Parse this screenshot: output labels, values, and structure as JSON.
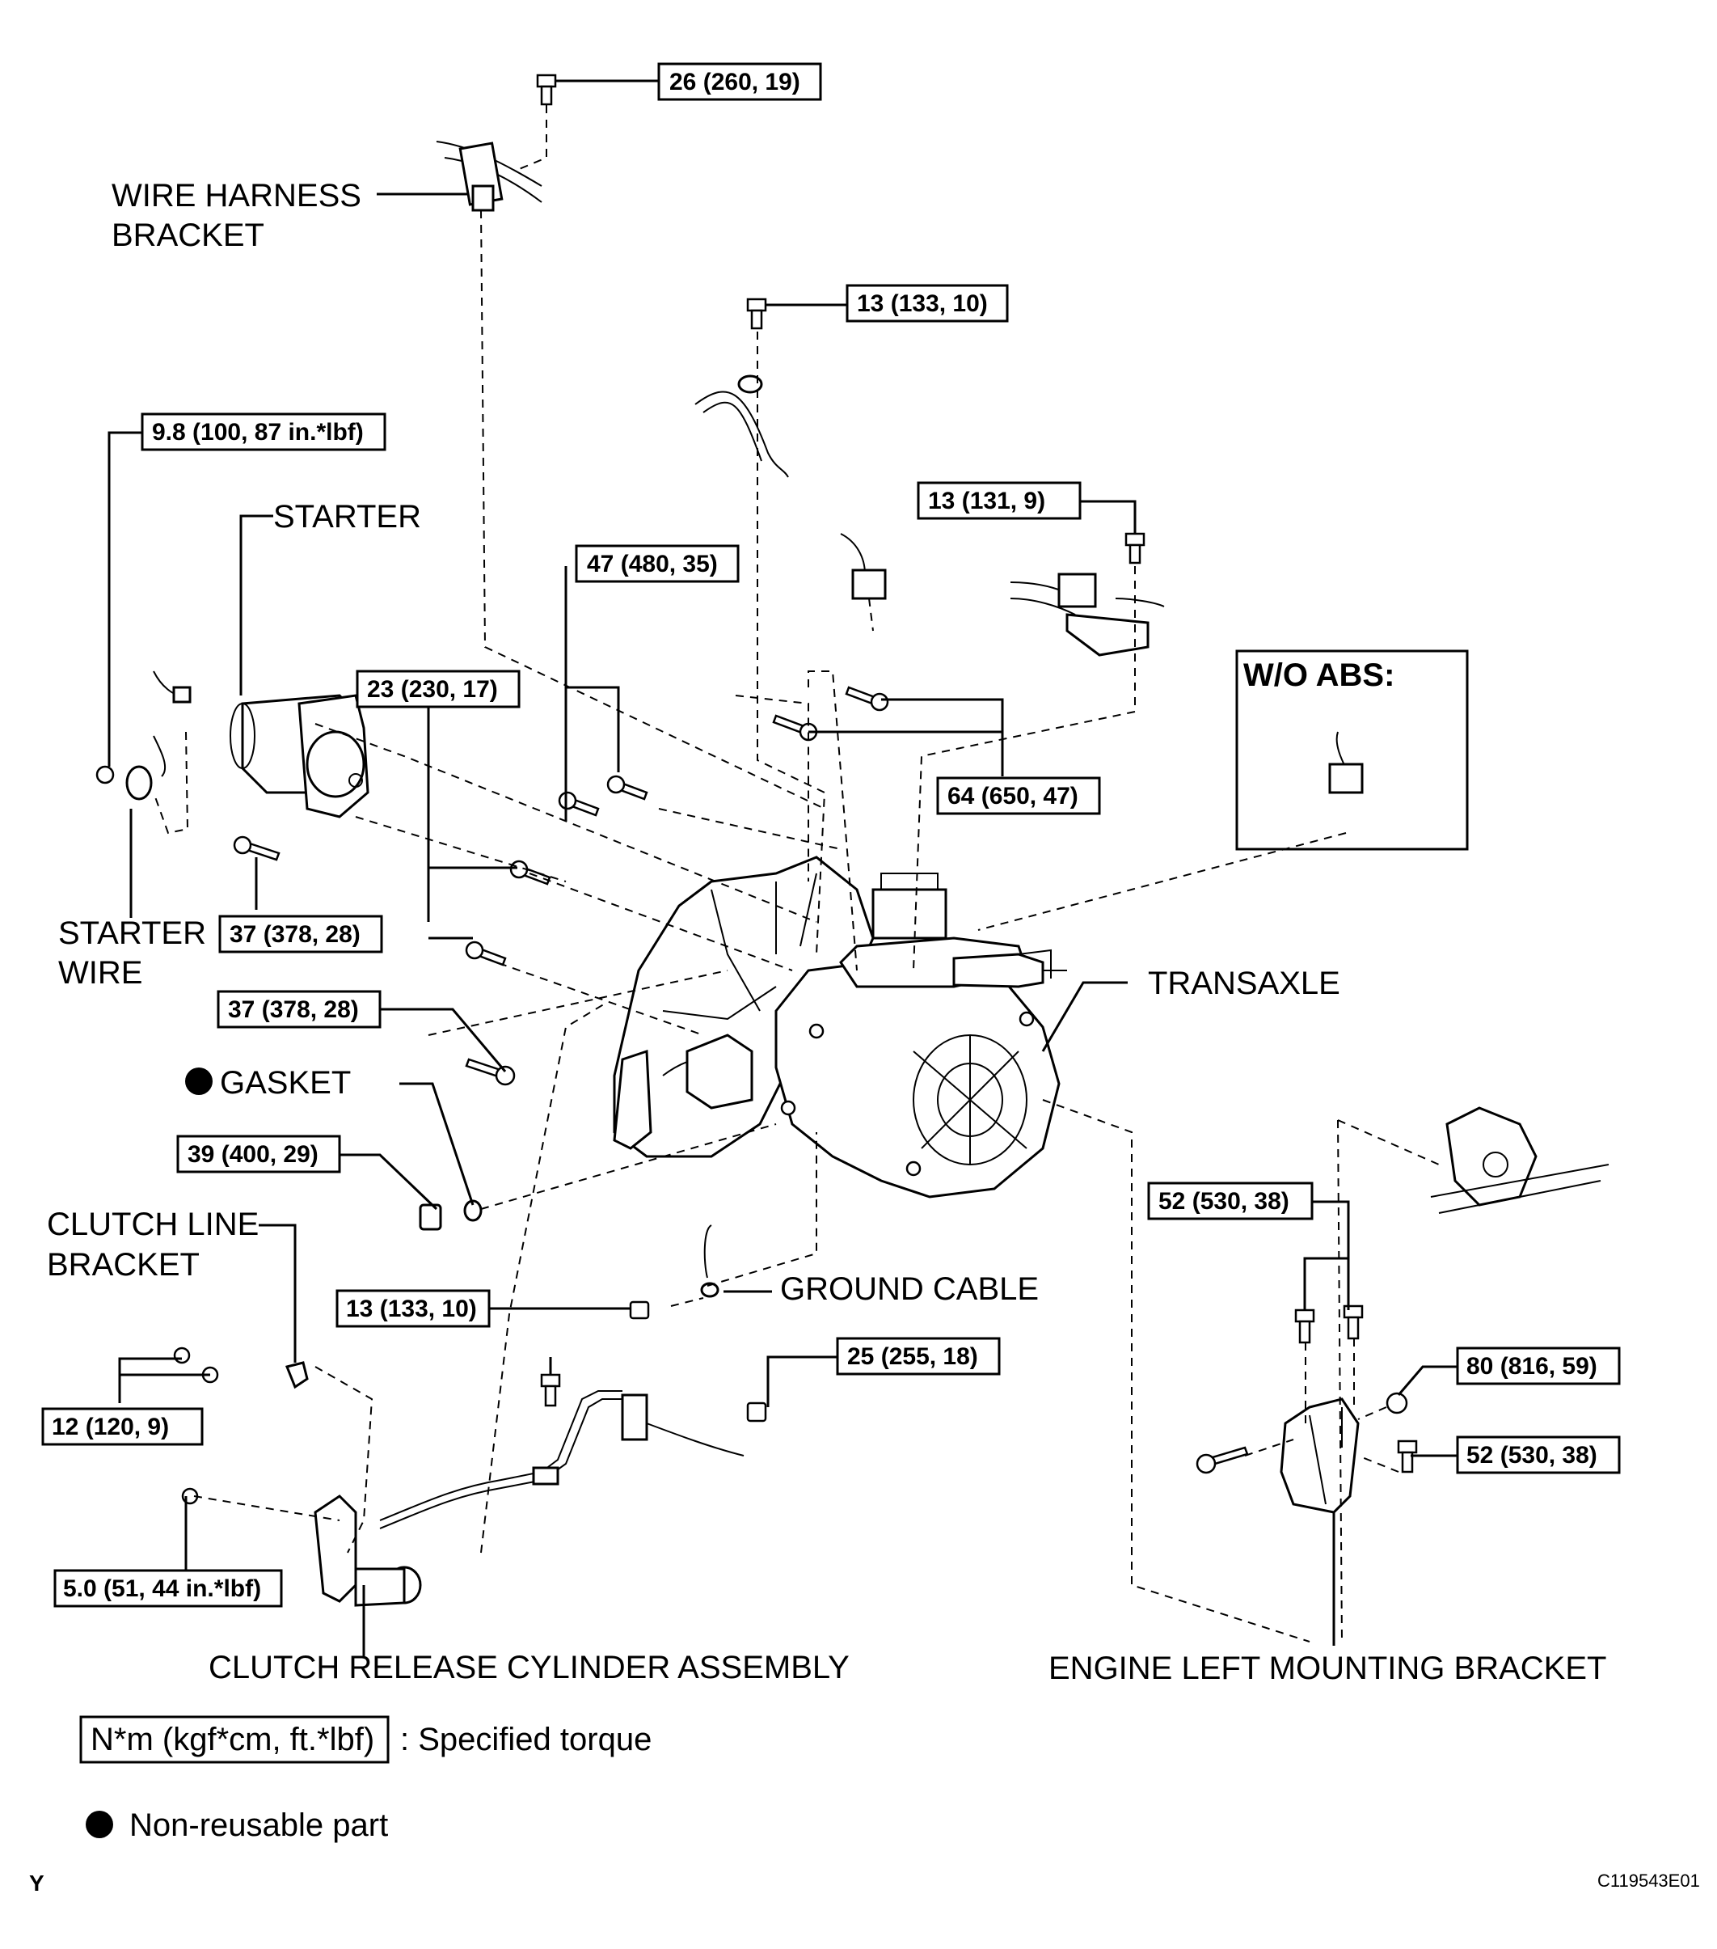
{
  "torques": {
    "t1": "26 (260, 19)",
    "t2": "13 (133, 10)",
    "t3": "9.8 (100, 87 in.*lbf)",
    "t4": "13 (131, 9)",
    "t5": "47 (480, 35)",
    "t6": "23 (230, 17)",
    "t7": "64 (650, 47)",
    "t8": "37 (378, 28)",
    "t9": "37 (378, 28)",
    "t10": "39 (400, 29)",
    "t11": "13 (133, 10)",
    "t12": "25 (255, 18)",
    "t13": "12 (120, 9)",
    "t14": "5.0 (51, 44 in.*lbf)",
    "t15": "52 (530, 38)",
    "t16": "80 (816, 59)",
    "t17": "52 (530, 38)"
  },
  "labels": {
    "wire_harness_1": "WIRE HARNESS",
    "wire_harness_2": "BRACKET",
    "starter": "STARTER",
    "starter_wire_1": "STARTER",
    "starter_wire_2": "WIRE",
    "gasket": "GASKET",
    "clutch_line_1": "CLUTCH LINE",
    "clutch_line_2": "BRACKET",
    "ground_cable": "GROUND CABLE",
    "transaxle": "TRANSAXLE",
    "wo_abs": "W/O ABS:",
    "clutch_release": "CLUTCH RELEASE CYLINDER ASSEMBLY",
    "engine_mount": "ENGINE LEFT MOUNTING BRACKET"
  },
  "legend": {
    "torque_units": "N*m (kgf*cm, ft.*lbf)",
    "torque_text": ": Specified torque",
    "nonreusable_text": "Non-reusable part"
  },
  "footer": {
    "letter": "Y",
    "code": "C119543E01"
  }
}
